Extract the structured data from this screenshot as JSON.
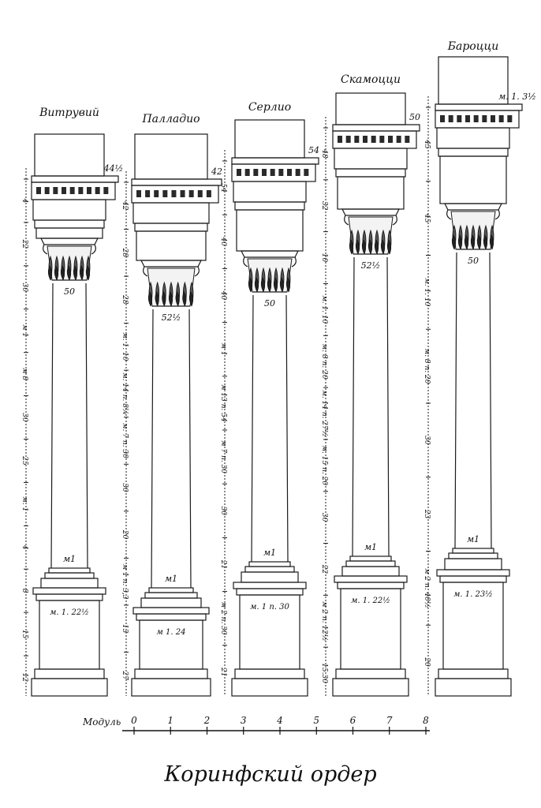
{
  "caption": "Коринфский ордер",
  "scale": {
    "label": "Модуль",
    "ticks": [
      "0",
      "1",
      "2",
      "3",
      "4",
      "5",
      "6",
      "7",
      "8"
    ]
  },
  "columns": [
    {
      "name": "Витрувий",
      "cornice": "44½",
      "capital": "50",
      "base": "м1",
      "pedestal": "м. 1. 22½",
      "dims": [
        "4",
        "22",
        "30",
        "м 1",
        "м 8",
        "30",
        "25",
        "м. 1",
        "4",
        "8",
        "15",
        "12"
      ]
    },
    {
      "name": "Палладио",
      "cornice": "42",
      "capital": "52½",
      "base": "м1",
      "pedestal": "м 1. 24",
      "dims": [
        "42",
        "28",
        "28",
        "м. 1. 10",
        "м. 14 п. 8¼",
        "м. 7 п. 30",
        "30",
        "20",
        "м 1 п. 3,3",
        "13",
        "27"
      ]
    },
    {
      "name": "Серлио",
      "cornice": "54",
      "capital": "50",
      "base": "м1",
      "pedestal": "м. 1 п. 30",
      "dims": [
        "54",
        "40",
        "40",
        "м 1",
        "м 13 п. 54",
        "м 7 п. 30",
        "30",
        "21",
        "м 2 п. 30",
        "21"
      ]
    },
    {
      "name": "Скамоцци",
      "cornice": "50",
      "capital": "52½",
      "base": "м1",
      "pedestal": "м. 1. 22½",
      "dims": [
        "48",
        "32",
        "10",
        "м. 1. 10",
        "м. 8 п. 20",
        "м. 14 п. 27½",
        "м. 15 п. 20",
        "30",
        "22",
        "м 2 п. 12½",
        "15.30"
      ]
    },
    {
      "name": "Бароцци",
      "cornice": "м. 1. 3½",
      "capital": "50",
      "base": "м1",
      "pedestal": "м. 1. 23½",
      "dims": [
        "45",
        "45",
        "м. 1. 10",
        "м. 8 п. 20",
        "30",
        "23",
        "м 2 п. 40½",
        "20"
      ]
    }
  ]
}
